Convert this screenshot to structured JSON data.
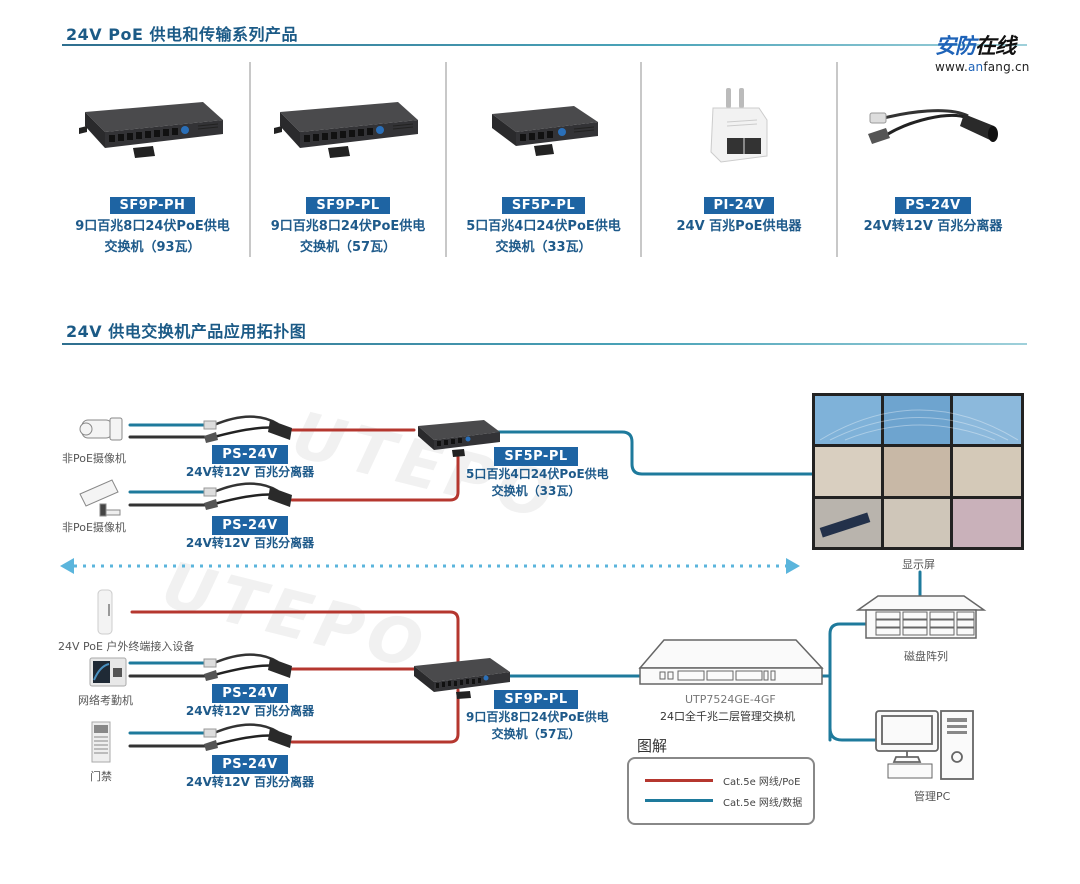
{
  "header": {
    "section1_title": "24V PoE 供电和传输系列产品",
    "section2_title": "24V 供电交换机产品应用拓扑图"
  },
  "logo": {
    "main_blue": "安防",
    "main_black": "在线",
    "url_prefix": "www.",
    "url_highlight": "an",
    "url_suffix": "fang.cn"
  },
  "products": [
    {
      "model": "SF9P-PH",
      "desc_line1": "9口百兆8口24伏PoE供电",
      "desc_line2": "交换机（93瓦）",
      "icon": "poe-switch-9port-icon"
    },
    {
      "model": "SF9P-PL",
      "desc_line1": "9口百兆8口24伏PoE供电",
      "desc_line2": "交换机（57瓦）",
      "icon": "poe-switch-9port-icon"
    },
    {
      "model": "SF5P-PL",
      "desc_line1": "5口百兆4口24伏PoE供电",
      "desc_line2": "交换机（33瓦）",
      "icon": "poe-switch-5port-icon"
    },
    {
      "model": "PI-24V",
      "desc_line1": "24V 百兆PoE供电器",
      "desc_line2": "",
      "icon": "poe-injector-icon"
    },
    {
      "model": "PS-24V",
      "desc_line1": "24V转12V 百兆分离器",
      "desc_line2": "",
      "icon": "poe-splitter-icon"
    }
  ],
  "topology": {
    "devices": {
      "camera1": "非PoE摄像机",
      "camera2": "非PoE摄像机",
      "outdoor_ap": "24V PoE 户外终端接入设备",
      "attendance": "网络考勤机",
      "access_control": "门禁",
      "display": "显示屏",
      "disk_array": "磁盘阵列",
      "mgmt_pc": "管理PC",
      "core_switch_model": "UTP7524GE-4GF",
      "core_switch_desc": "24口全千兆二层管理交换机"
    },
    "splitters": [
      {
        "model": "PS-24V",
        "desc": "24V转12V 百兆分离器"
      },
      {
        "model": "PS-24V",
        "desc": "24V转12V 百兆分离器"
      },
      {
        "model": "PS-24V",
        "desc": "24V转12V 百兆分离器"
      },
      {
        "model": "PS-24V",
        "desc": "24V转12V 百兆分离器"
      }
    ],
    "switch_top": {
      "model": "SF5P-PL",
      "desc_line1": "5口百兆4口24伏PoE供电",
      "desc_line2": "交换机（33瓦）"
    },
    "switch_bottom": {
      "model": "SF9P-PL",
      "desc_line1": "9口百兆8口24伏PoE供电",
      "desc_line2": "交换机（57瓦）"
    },
    "watermark_text": "UTEPO"
  },
  "legend": {
    "title": "图解",
    "items": [
      {
        "label": "Cat.5e 网线/PoE",
        "color": "#b5372f"
      },
      {
        "label": "Cat.5e 网线/数据",
        "color": "#1e7a9c"
      }
    ]
  },
  "colors": {
    "poe_line": "#b5372f",
    "data_line": "#1e7a9c",
    "tag_bg": "#1e64a3",
    "dotted_arrow": "#5bb5dc"
  }
}
